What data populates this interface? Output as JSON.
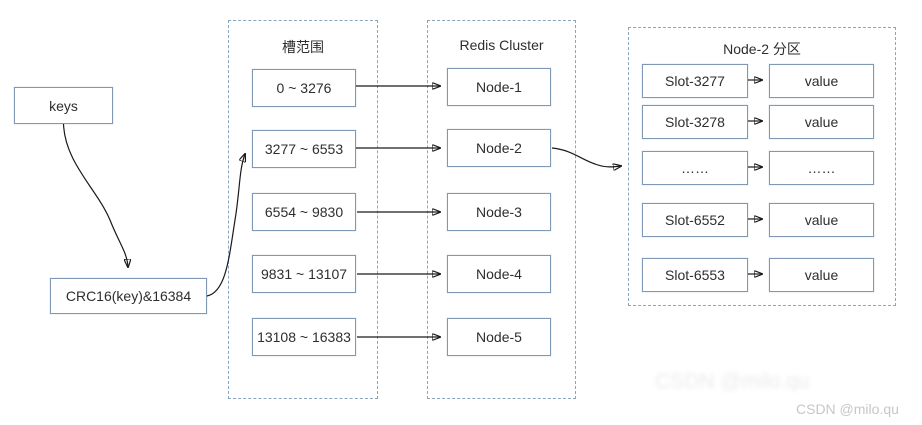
{
  "flow": {
    "keys_label": "keys",
    "crc_label": "CRC16(key)&16384"
  },
  "slot_panel": {
    "title": "槽范围",
    "boxes": [
      "0 ~ 3276",
      "3277 ~ 6553",
      "6554 ~ 9830",
      "9831 ~ 13107",
      "13108 ~ 16383"
    ]
  },
  "cluster_panel": {
    "title": "Redis Cluster",
    "boxes": [
      "Node-1",
      "Node-2",
      "Node-3",
      "Node-4",
      "Node-5"
    ]
  },
  "partition_panel": {
    "title": "Node-2 分区",
    "rows": [
      {
        "slot": "Slot-3277",
        "value": "value"
      },
      {
        "slot": "Slot-3278",
        "value": "value"
      },
      {
        "slot": "……",
        "value": "……"
      },
      {
        "slot": "Slot-6552",
        "value": "value"
      },
      {
        "slot": "Slot-6553",
        "value": "value"
      }
    ]
  },
  "watermark": "CSDN @milo.qu",
  "colors": {
    "background": "#ffffff",
    "box_border": "#7f99b5",
    "panel_border": "#8ba4bf",
    "arrow": "#1a1a1a",
    "text": "#2e2e2e",
    "watermark": "#c7c7c7"
  }
}
